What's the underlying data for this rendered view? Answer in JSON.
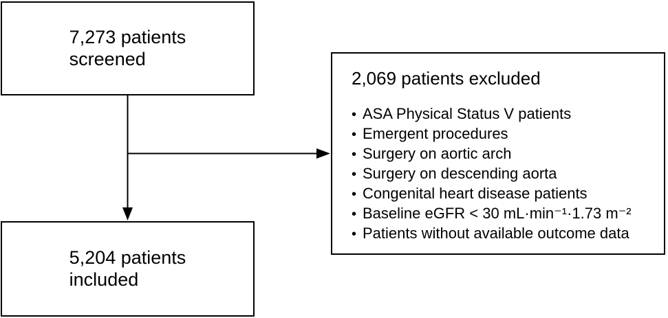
{
  "diagram": {
    "screened_box": {
      "text": "7,273 patients\nscreened"
    },
    "excluded_box": {
      "title": "2,069 patients excluded",
      "bullet_char": "•",
      "items": [
        "ASA Physical Status V patients",
        "Emergent procedures",
        "Surgery on aortic arch",
        "Surgery on descending aorta",
        "Congenital heart disease patients",
        "Baseline eGFR < 30 mL·min⁻¹·1.73 m⁻²",
        "Patients without available outcome data"
      ]
    },
    "included_box": {
      "text": "5,204 patients\nincluded"
    },
    "colors": {
      "line": "#000000",
      "background": "#ffffff",
      "text": "#000000"
    }
  }
}
